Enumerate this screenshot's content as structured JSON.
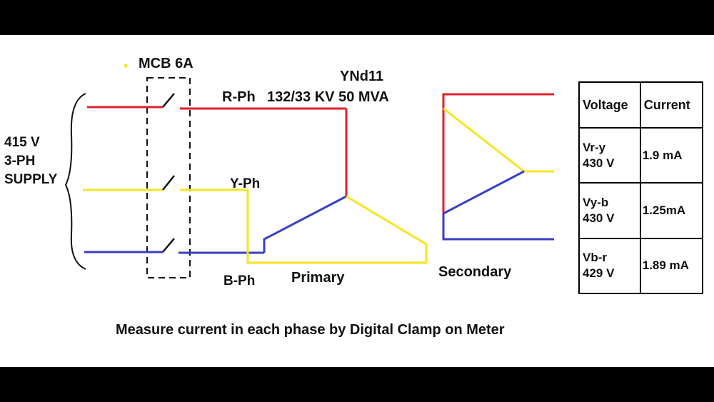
{
  "supply": {
    "voltage": "415 V",
    "phase": "3-PH",
    "type": "SUPPLY"
  },
  "breaker": {
    "label": "MCB 6A"
  },
  "phases": {
    "r": "R-Ph",
    "y": "Y-Ph",
    "b": "B-Ph"
  },
  "transformer": {
    "vector_group": "YNd11",
    "rating": "132/33 KV 50 MVA"
  },
  "windings": {
    "primary": "Primary",
    "secondary": "Secondary"
  },
  "table": {
    "headers": {
      "voltage": "Voltage",
      "current": "Current"
    },
    "rows": [
      {
        "pair": "Vr-y",
        "voltage": "430 V",
        "current": "1.9 mA"
      },
      {
        "pair": "Vy-b",
        "voltage": "430 V",
        "current": "1.25mA"
      },
      {
        "pair": "Vb-r",
        "voltage": "429 V",
        "current": "1.89 mA"
      }
    ]
  },
  "caption": "Measure current in each phase by Digital Clamp on Meter",
  "colors": {
    "red": "#e0202a",
    "yellow": "#f5e61e",
    "blue": "#3a3ec4"
  }
}
